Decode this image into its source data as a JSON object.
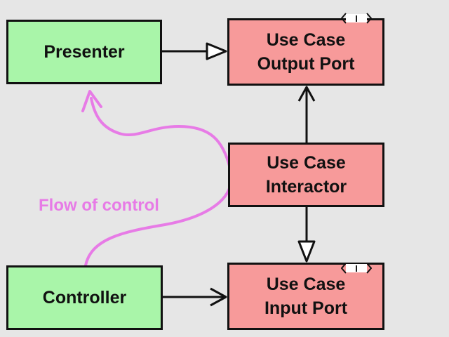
{
  "boxes": {
    "presenter": "Presenter",
    "controller": "Controller",
    "output_port": "Use Case\nOutput Port",
    "interactor": "Use Case\nInteractor",
    "input_port": "Use Case\nInput Port"
  },
  "stereotype": "I",
  "flow_label": "Flow of control",
  "colors": {
    "background": "#e6e6e6",
    "green_box": "#a9f5a9",
    "red_box": "#f79a9a",
    "flow": "#e77be6",
    "line": "#111111"
  }
}
